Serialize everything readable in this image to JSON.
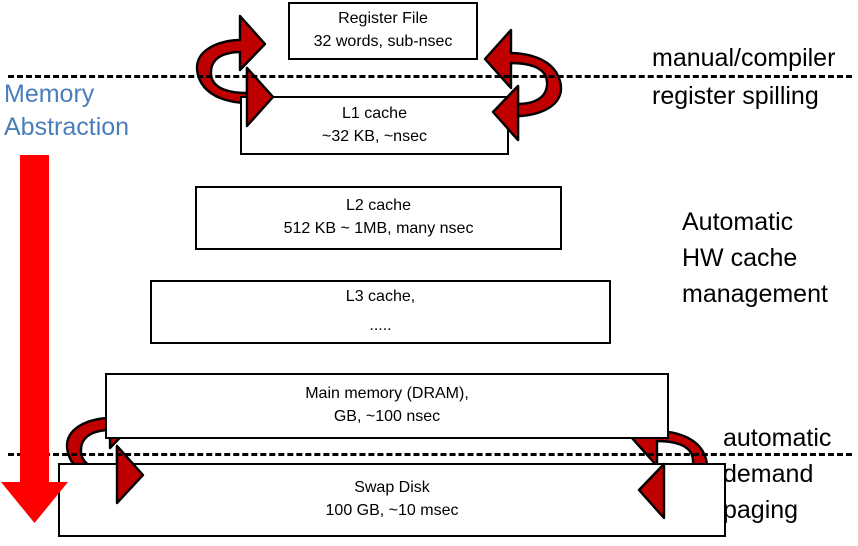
{
  "diagram": {
    "title": "Memory hierarchy with memory abstraction",
    "colors": {
      "box_border": "#000000",
      "box_fill": "#ffffff",
      "curved_arrow": "#C00000",
      "down_arrow": "#FF0000",
      "abstraction_label": "#4A7EBB",
      "dashed_line": "#000000",
      "text": "#000000"
    },
    "levels": [
      {
        "id": "register-file",
        "line1": "Register File",
        "line2": "32 words, sub-nsec"
      },
      {
        "id": "l1-cache",
        "line1": "L1 cache",
        "line2": "~32 KB, ~nsec"
      },
      {
        "id": "l2-cache",
        "line1": "L2 cache",
        "line2": "512 KB ~ 1MB, many nsec"
      },
      {
        "id": "l3-cache",
        "line1": "L3 cache,",
        "line2": "....."
      },
      {
        "id": "main-memory",
        "line1": "Main memory (DRAM),",
        "line2": "GB, ~100 nsec"
      },
      {
        "id": "swap-disk",
        "line1": "Swap Disk",
        "line2": "100 GB, ~10 msec"
      }
    ],
    "abstraction_label": {
      "line1": "Memory",
      "line2": "Abstraction"
    },
    "annotations": {
      "manual_compiler": "manual/compiler",
      "register_spilling": "register spilling",
      "automatic_hw": "Automatic",
      "hw_cache": "HW cache",
      "management": "management",
      "automatic": "automatic",
      "demand": "demand",
      "paging": "paging"
    },
    "boundaries": [
      {
        "id": "register-l1-boundary",
        "label": "manual/compiler register spilling"
      },
      {
        "id": "dram-swap-boundary",
        "label": "automatic demand paging"
      }
    ],
    "curved_arrows": [
      {
        "id": "reg-l1-left",
        "direction": "up-right"
      },
      {
        "id": "reg-l1-right",
        "direction": "down-left"
      },
      {
        "id": "dram-swap-left",
        "direction": "up-right"
      },
      {
        "id": "dram-swap-right",
        "direction": "down-left"
      }
    ],
    "down_arrow": {
      "id": "memory-abstraction-arrow",
      "direction": "down"
    }
  }
}
